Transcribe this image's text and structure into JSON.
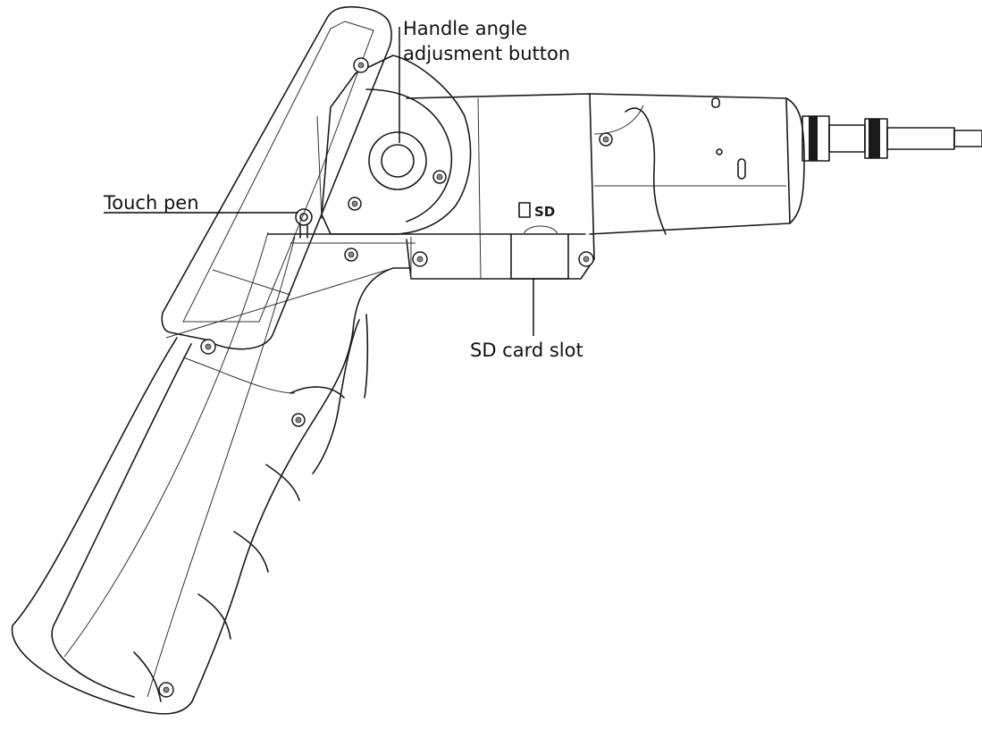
{
  "labels": {
    "handle_button_line1": "Handle angle",
    "handle_button_line2": "adjusment button",
    "touch_pen": "Touch pen",
    "sd_card_slot": "SD card slot",
    "sd_marking": "SD"
  }
}
